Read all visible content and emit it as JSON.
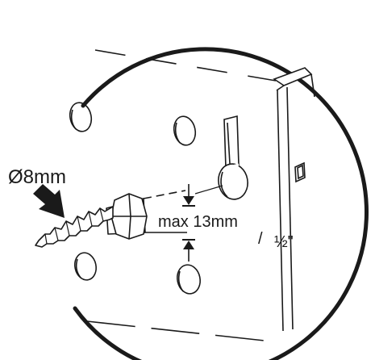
{
  "labels": {
    "diameter": "Ø8mm",
    "max_depth": "max 13mm",
    "separator": "/",
    "imperial": "½\""
  },
  "colors": {
    "line": "#1a1a1a",
    "background": "#ffffff"
  }
}
